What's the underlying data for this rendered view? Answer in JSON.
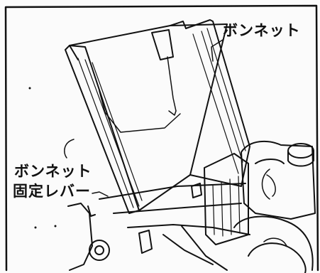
{
  "labels": {
    "bonnet": "ボンネット",
    "bonnet_lock_lever_line1": "ボンネット",
    "bonnet_lock_lever_line2": "固定レバー"
  },
  "colors": {
    "ink": "#111111",
    "paper": "#fbfbfb"
  }
}
